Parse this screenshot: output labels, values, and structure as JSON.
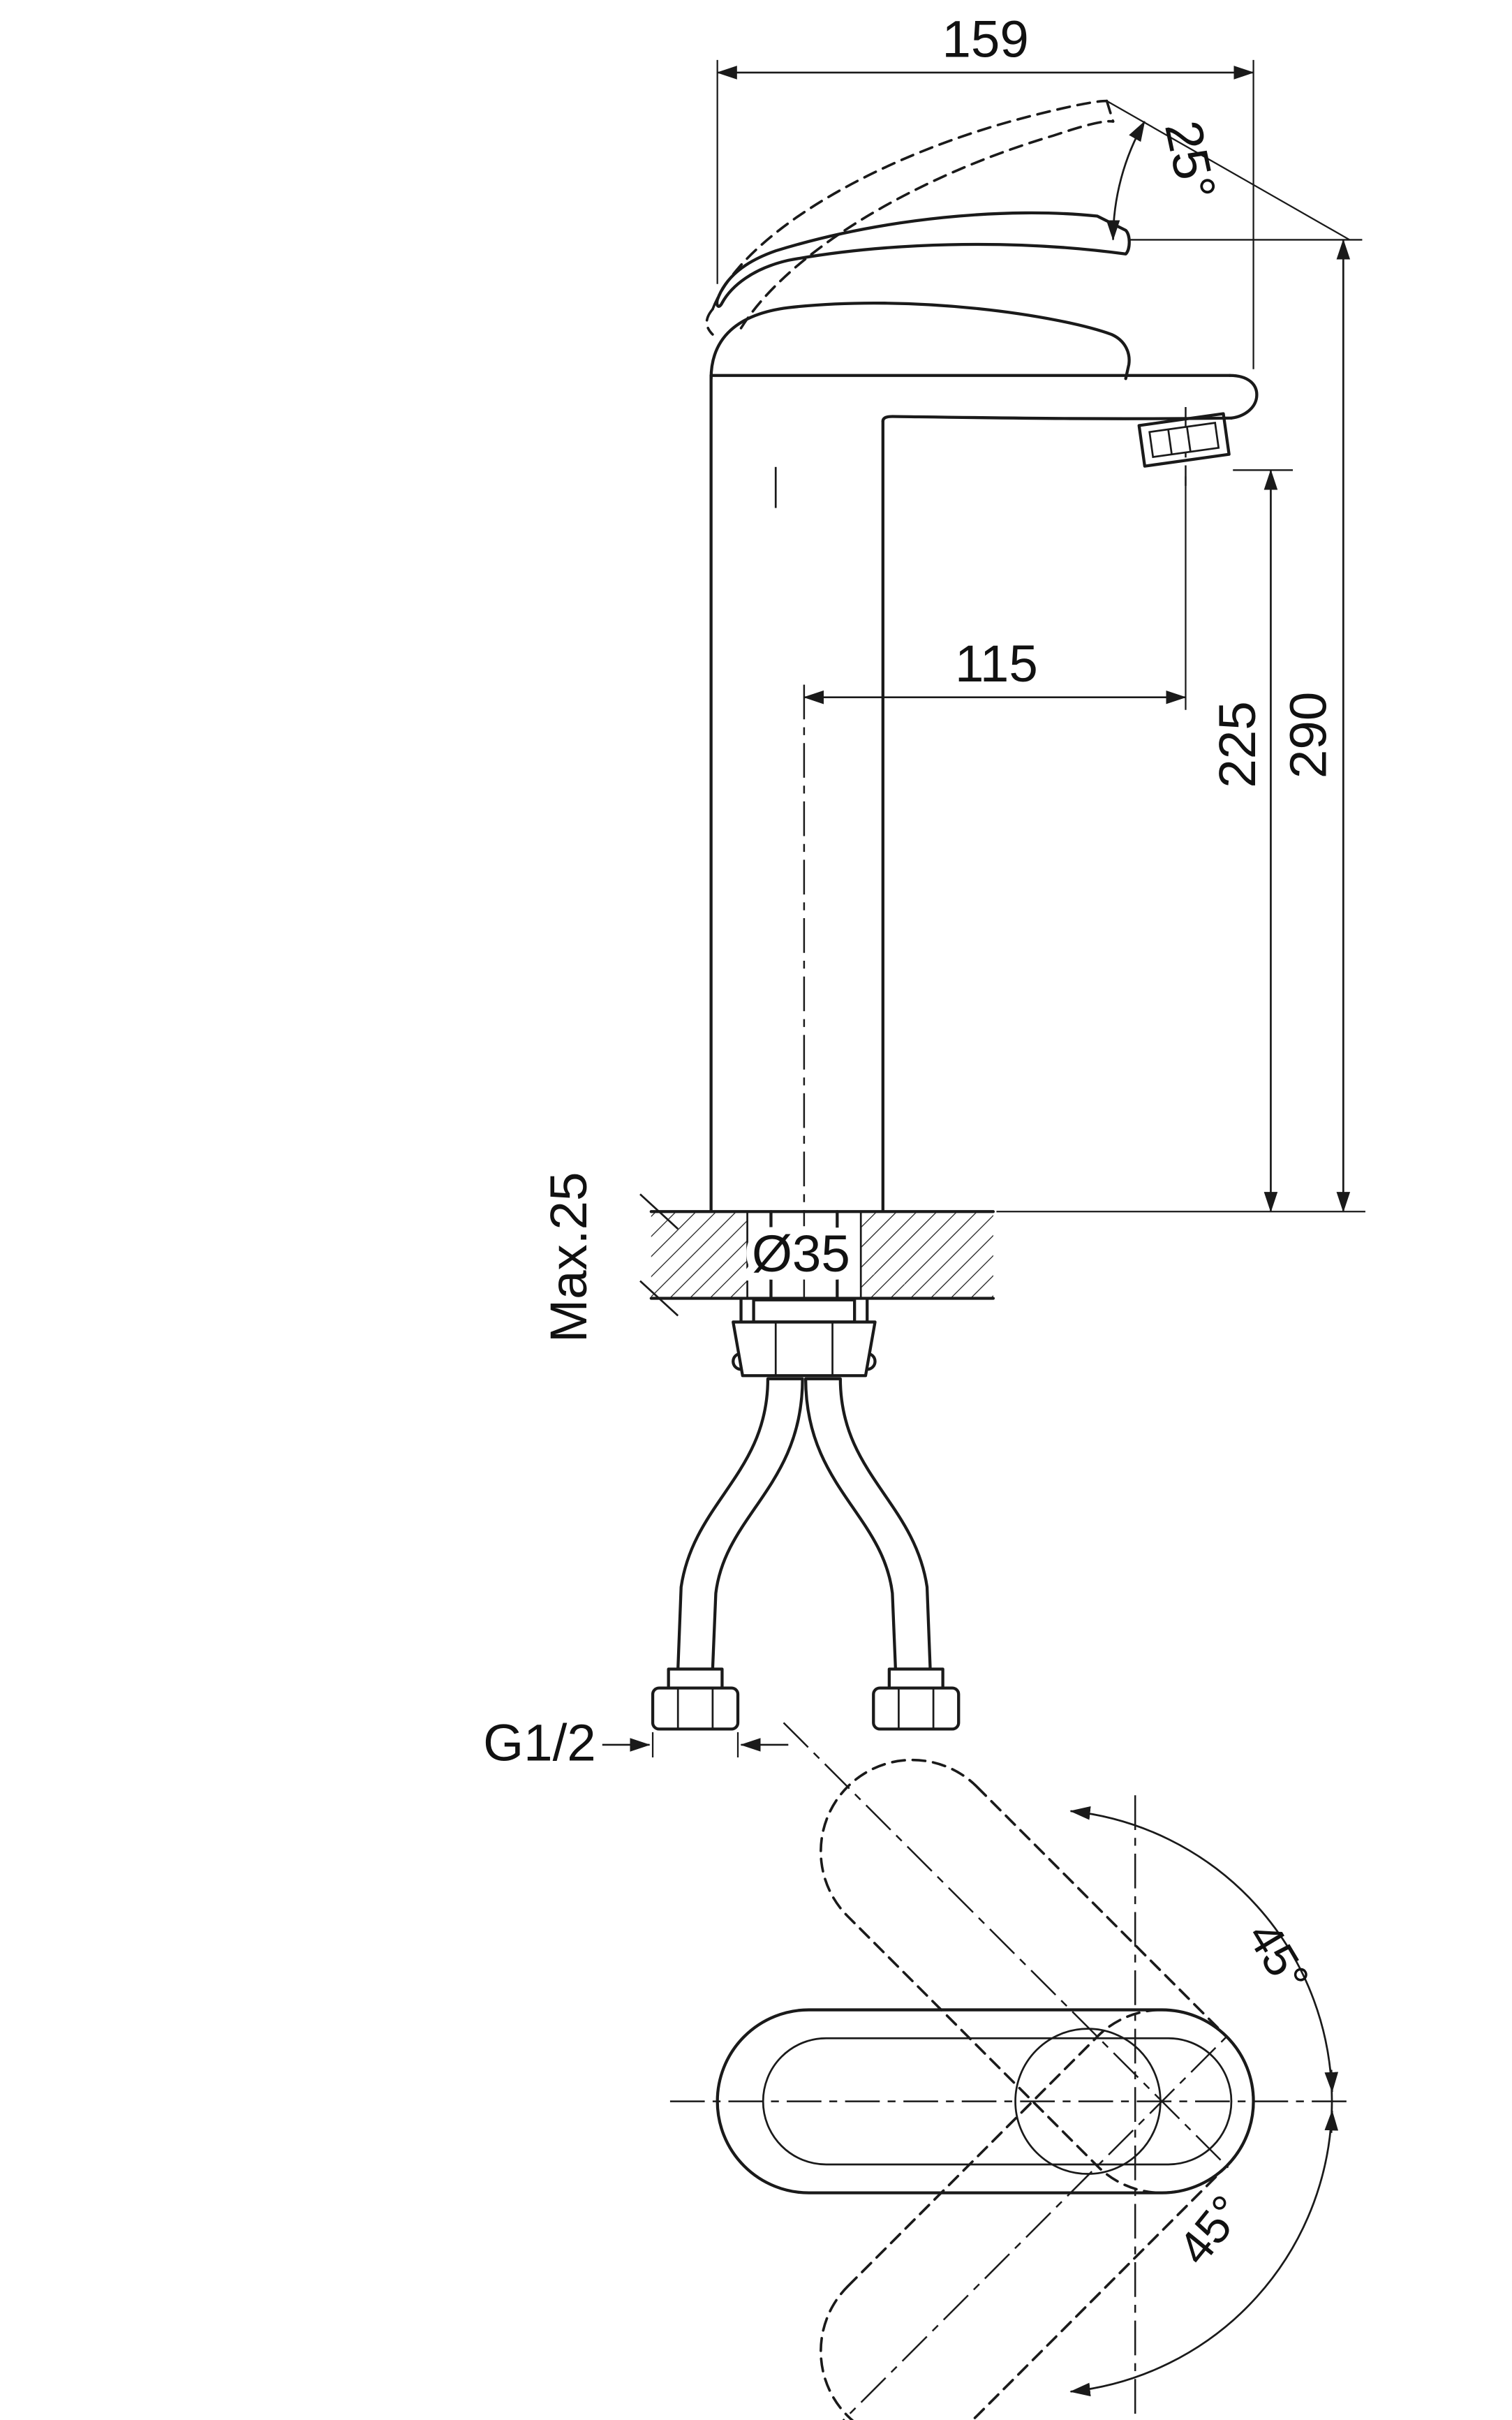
{
  "drawing": {
    "type": "faucet-installation-technical-drawing",
    "colors": {
      "line": "#1a1a1a",
      "background": "#ffffff"
    },
    "dimensions": {
      "overall_length": "159",
      "handle_angle": "25°",
      "spout_reach": "115",
      "spout_height": "225",
      "overall_height": "290",
      "max_deck_thickness": "Max.25",
      "hole_diameter": "Ø35",
      "connection_thread": "G1/2",
      "handle_swing_upper": "45°",
      "handle_swing_lower": "45°"
    }
  }
}
